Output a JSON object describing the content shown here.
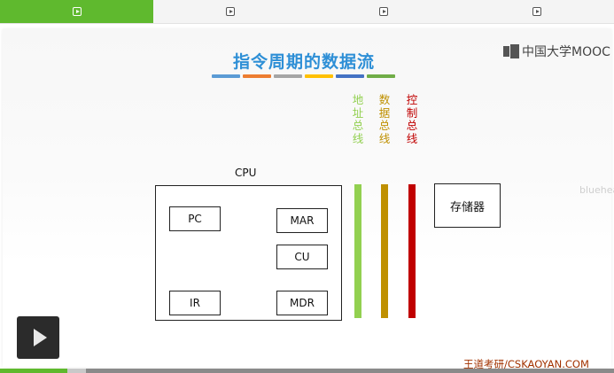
{
  "tabs": [
    {
      "icon": "play-icon",
      "active": true
    },
    {
      "icon": "play-icon",
      "active": false
    },
    {
      "icon": "play-icon",
      "active": false
    },
    {
      "icon": "play-icon",
      "active": false
    }
  ],
  "slide": {
    "title": "指令周期的数据流",
    "color_bars": [
      "#5b9bd5",
      "#ed7d31",
      "#a5a5a5",
      "#ffc000",
      "#4472c4",
      "#70ad47"
    ],
    "logo_text": "中国大学MOOC",
    "buses": [
      {
        "label": [
          "地",
          "址",
          "总",
          "线"
        ],
        "color": "#92d050"
      },
      {
        "label": [
          "数",
          "据",
          "总",
          "线"
        ],
        "color": "#bf9000"
      },
      {
        "label": [
          "控",
          "制",
          "总",
          "线"
        ],
        "color": "#c00000"
      }
    ],
    "cpu_label": "CPU",
    "registers": {
      "pc": "PC",
      "mar": "MAR",
      "cu": "CU",
      "ir": "IR",
      "mdr": "MDR"
    },
    "memory_label": "存储器",
    "watermark": "bluehea"
  },
  "player": {
    "play_icon": "play-icon",
    "progress_fraction": 0.11,
    "buffered_fraction": 0.14
  },
  "footer": "王道考研/CSKAOYAN.COM",
  "colors": {
    "accent": "#5fb92e",
    "title": "#2e8fd6",
    "footer": "#a23200"
  }
}
